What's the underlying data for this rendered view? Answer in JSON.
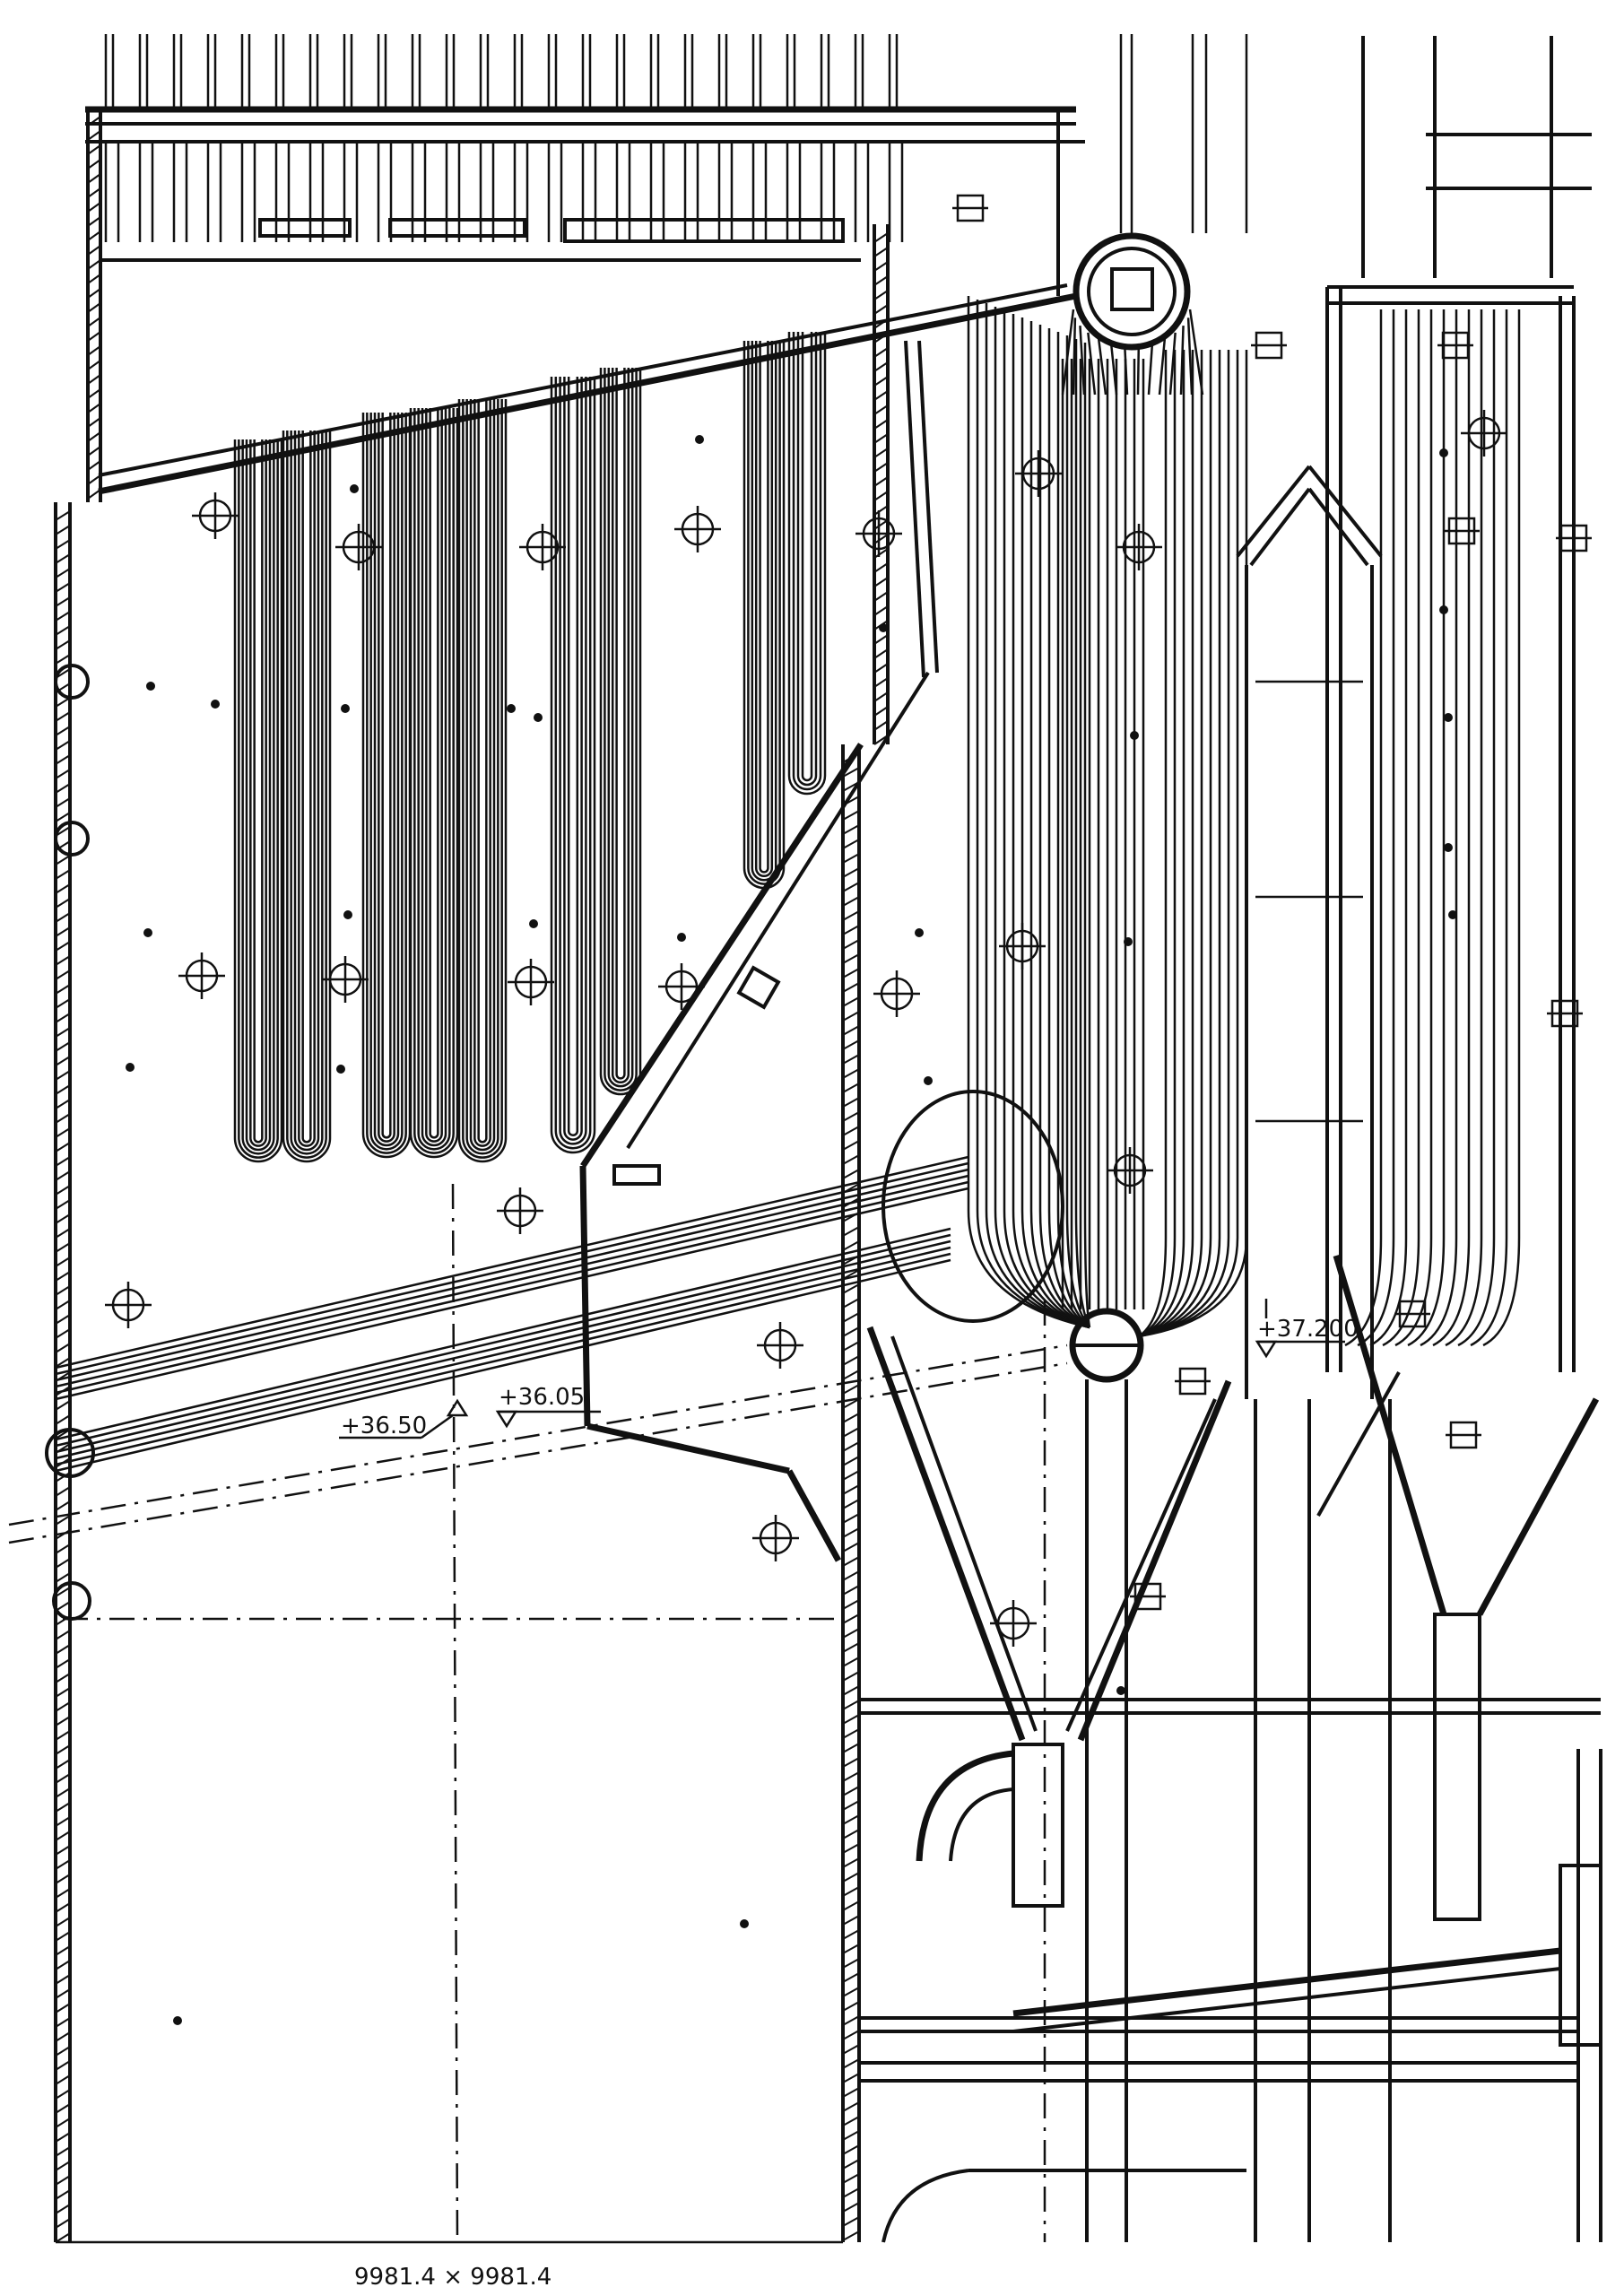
{
  "labels": {
    "elevation_1": "+36.50",
    "elevation_2": "+36.05",
    "elevation_3": "+37.200",
    "scale_note": "9981.4 × 9981.4"
  }
}
